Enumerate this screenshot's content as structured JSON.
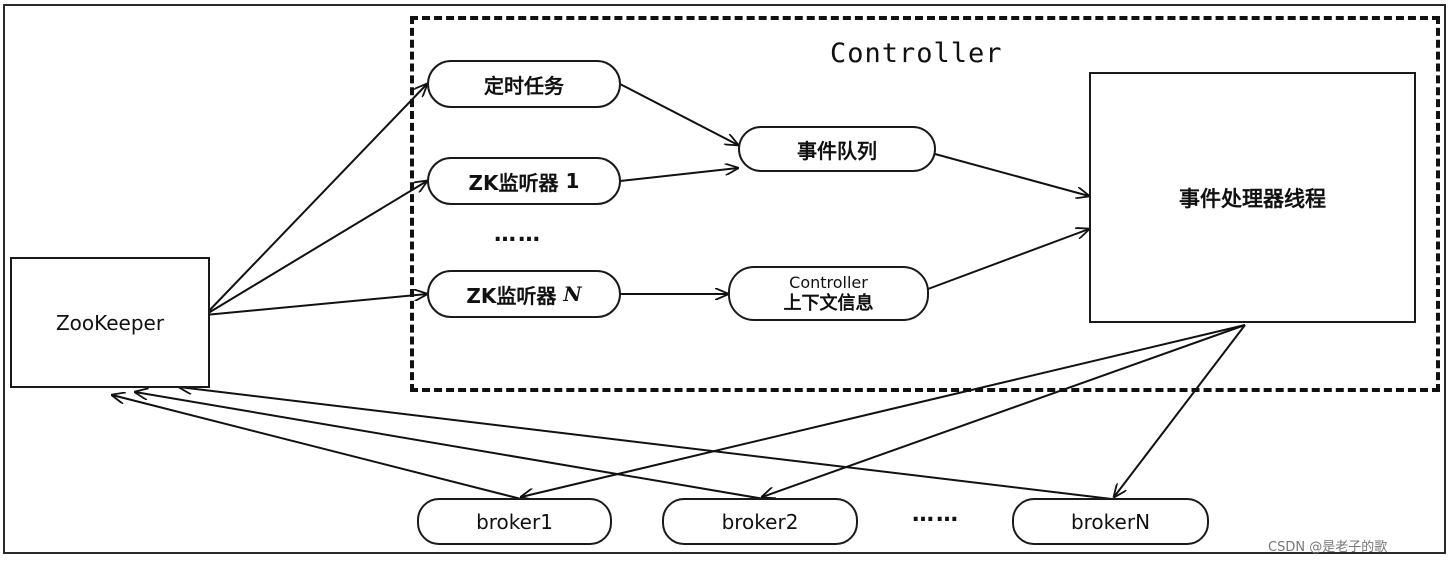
{
  "diagram": {
    "controller_label": "Controller",
    "zookeeper_label": "ZooKeeper",
    "timer_task_label": "定时任务",
    "zk_listener_1": {
      "prefix": "ZK监听器 ",
      "index": "1"
    },
    "zk_listener_n": {
      "prefix": "ZK监听器 ",
      "index": "N"
    },
    "listener_ellipsis": "……",
    "event_queue_label": "事件队列",
    "controller_context": {
      "line1": "Controller",
      "line2": "上下文信息"
    },
    "event_handler_label": "事件处理器线程",
    "brokers": [
      "broker1",
      "broker2",
      "brokerN"
    ],
    "broker_ellipsis": "……"
  },
  "watermark": "CSDN @是老子的歌"
}
